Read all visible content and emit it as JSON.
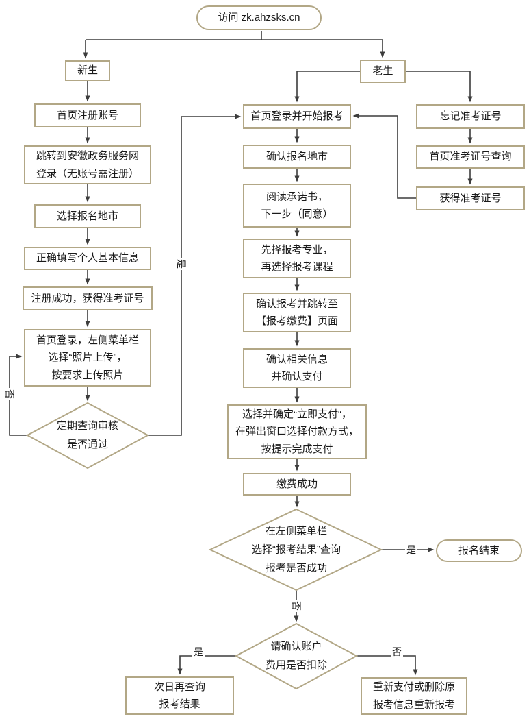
{
  "colors": {
    "border": "#b2a786",
    "line": "#3c3c3c",
    "text": "#1a1a1a",
    "background": "#ffffff"
  },
  "labels": {
    "yes": "是",
    "no": "否"
  },
  "nodes": {
    "start": "访问 zk.ahzsks.cn",
    "new_student": "新生",
    "old_student": "老生",
    "register_account": "首页注册账号",
    "gov_login": "跳转到安徽政务服务网\n登录（无账号需注册）",
    "select_city": "选择报名地市",
    "fill_personal_info": "正确填写个人基本信息",
    "register_success": "注册成功，获得准考证号",
    "upload_photo": "首页登录，左侧菜单栏\n选择“照片上传”，\n按要求上传照片",
    "review_check": "定期查询审核\n是否通过",
    "forgot_ticket": "忘记准考证号",
    "ticket_query": "首页准考证号查询",
    "get_ticket": "获得准考证号",
    "login_apply": "首页登录并开始报考",
    "confirm_city": "确认报名地市",
    "read_commitment": "阅读承诺书，\n下一步（同意）",
    "choose_major": "先择报考专业，\n再选择报考课程",
    "confirm_pay_page": "确认报考并跳转至\n【报考缴费】页面",
    "confirm_info_pay": "确认相关信息\n并确认支付",
    "pay_now": "选择并确定“立即支付“，\n在弹出窗口选择付款方式，\n按提示完成支付",
    "pay_success": "缴费成功",
    "result_check": "在左侧菜单栏\n选择“报考结果”查询\n报考是否成功",
    "end": "报名结束",
    "fee_check": "请确认账户\n费用是否扣除",
    "query_next_day": "次日再查询\n报考结果",
    "repay": "重新支付或删除原\n报考信息重新报考"
  }
}
